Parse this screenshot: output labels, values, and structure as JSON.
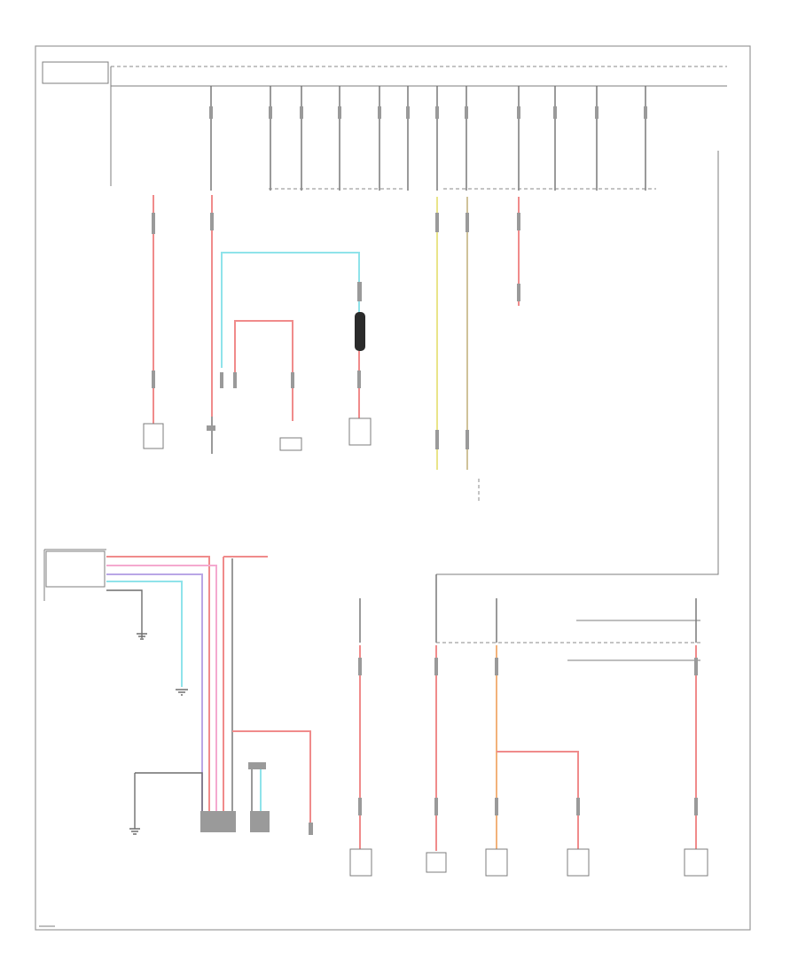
{
  "diagram": {
    "frame_label": "",
    "components": [
      {
        "id": "comp-left",
        "label": ""
      },
      {
        "id": "comp-starter",
        "label": ""
      },
      {
        "id": "comp-generator",
        "label": ""
      },
      {
        "id": "comp-bottom-1",
        "label": ""
      },
      {
        "id": "comp-bottom-2",
        "label": ""
      },
      {
        "id": "comp-bottom-3",
        "label": ""
      },
      {
        "id": "comp-bottom-4",
        "label": ""
      },
      {
        "id": "comp-bottom-5",
        "label": ""
      }
    ],
    "colors": {
      "red": "#f08b8b",
      "cyan": "#8fe3ea",
      "yellow": "#e9e48a",
      "tan": "#cfc29a",
      "orange": "#f2b27a",
      "pink": "#f4a9cf",
      "violet": "#b9a6e6",
      "black": "#6e6e6e"
    }
  }
}
